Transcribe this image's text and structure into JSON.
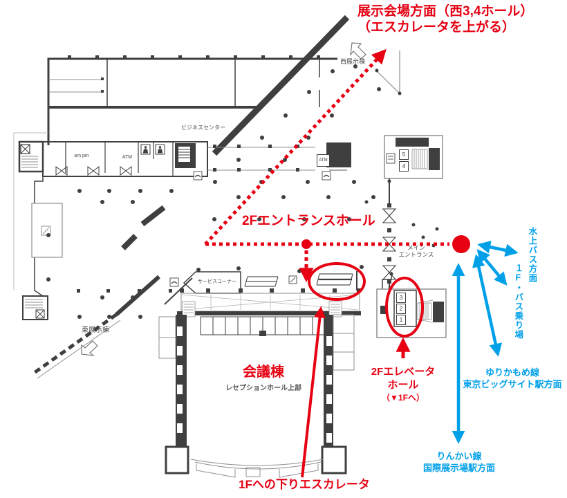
{
  "colors": {
    "red": "#e60012",
    "blue": "#00a0e9",
    "wall_dark": "#3f3f3f",
    "wall_light": "#8f8f8f"
  },
  "annotations": {
    "exhibit_direction_line1": "展示会場方面（西3,4ホール）",
    "exhibit_direction_line2": "（エスカレータを上がる）",
    "entrance_hall": "2Fエントランスホール",
    "conference_tower": "会議棟",
    "reception_hall": "レセプションホール上部",
    "elevator_hall_line1": "2Fエレベータ",
    "elevator_hall_line2": "ホール",
    "elevator_hall_line3": "（▼1Fへ）",
    "down_escalator": "1Fへの下りエスカレータ",
    "water_bus": "水上バス方面",
    "bus_boarding": "１F・バス乗り場",
    "yurikamome_line1": "ゆりかもめ線",
    "yurikamome_line2": "東京ビッグサイト駅方面",
    "rinkai_line1": "りんかい線",
    "rinkai_line2": "国際展示場駅方面"
  },
  "map_labels": {
    "west_exhibition": "西展示棟",
    "east_exhibition": "東展示棟",
    "business_center": "ビジネスセンター",
    "shop_am_pm": "am pm",
    "atm_strip": "ATM",
    "atm_box": "ATM",
    "service_corner": "サービスコーナー",
    "main_entrance_line1": "メイン",
    "main_entrance_line2": "エントランス"
  },
  "elevators": {
    "right_block_cars": [
      "5",
      "4"
    ],
    "left_block_cars": [
      "3",
      "2",
      "1"
    ]
  }
}
